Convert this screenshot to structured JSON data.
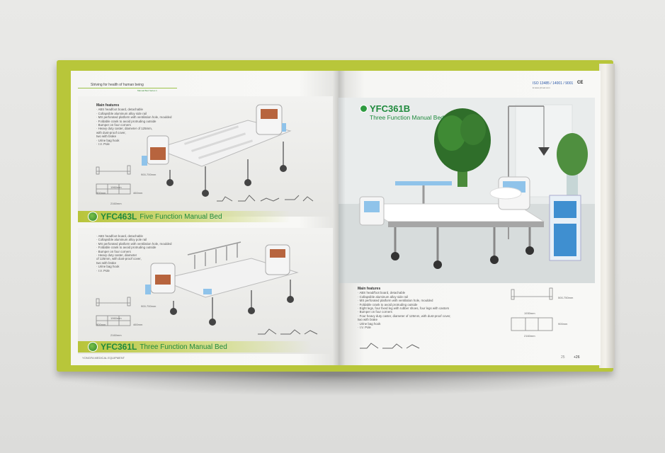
{
  "left_page": {
    "slogan": "Striving for health of human being",
    "series": "Manual Bed Series 1",
    "footer": "YONGFA MEDICAL EQUIPMENT",
    "products": [
      {
        "code": "YFC463L",
        "name": "Five Function Manual Bed",
        "features_title": "Main features",
        "features": [
          "· ABS headfoot board, detachable",
          "· Collapsible aluminum alloy side rail",
          "· MS perforated platform with ventilation hole, moulded",
          "· Foldable crank to avoid protruding outside",
          "· Bumper on four corners",
          "· Heavy duty caster, diameter of 125mm,",
          "  with dust-proof cover,",
          "  two with brake",
          "· Urine bag hook",
          "· I.V. Pole"
        ],
        "dims": [
          "900-700mm",
          "1960mm",
          "900mm",
          "460mm",
          "2160mm"
        ]
      },
      {
        "code": "YFC361L",
        "name": "Three Function Manual Bed",
        "features_title": "Main features",
        "features": [
          "· ABS headfoot board, detachable",
          "· Collapsible aluminum alloy pole rail",
          "· MS perforated platform with ventilation hole, moulded",
          "· Foldable crank to avoid protruding outside",
          "· Bumper on four corners",
          "· Heavy duty caster, diameter",
          "  of 125mm, with dust-proof cover,",
          "  two with brake",
          "· Urine bag hook",
          "· I.V. Pole"
        ],
        "dims": [
          "900-700mm",
          "1960mm",
          "900mm",
          "460mm",
          "2160mm"
        ]
      }
    ],
    "page_number": ""
  },
  "right_page": {
    "iso": "ISO 13485 / 14001 / 9001",
    "ce": "CE",
    "web": "E:www.yfmed.com",
    "product": {
      "code": "YFC361B",
      "name": "Three Function Manual Bed",
      "features_title": "Main features",
      "features": [
        "· ABS head/foot board, detachable",
        "· Collapsible aluminum alloy side rail",
        "· MS perforated platform with ventilation hole, moulded",
        "· Foldable crank to avoid protruding outside",
        "· Eight legs, four fixed leg with rubber shoes, four legs with castors",
        "· Bumper on four corners",
        "· Four heavy duty caster, diameter of 125mm, with dust-proof cover,",
        "  two with brake",
        "· Urine bag hook",
        "· I.V. Pole"
      ],
      "dims": [
        "500-750mm",
        "1930mm",
        "900mm",
        "2160mm"
      ]
    },
    "page_left_num": "25",
    "page_right_num": "+26"
  },
  "colors": {
    "cover": "#b8c63a",
    "brand_green": "#1f8a3d",
    "bed_blue": "#8fc3ea",
    "bed_wood": "#b7643e"
  }
}
